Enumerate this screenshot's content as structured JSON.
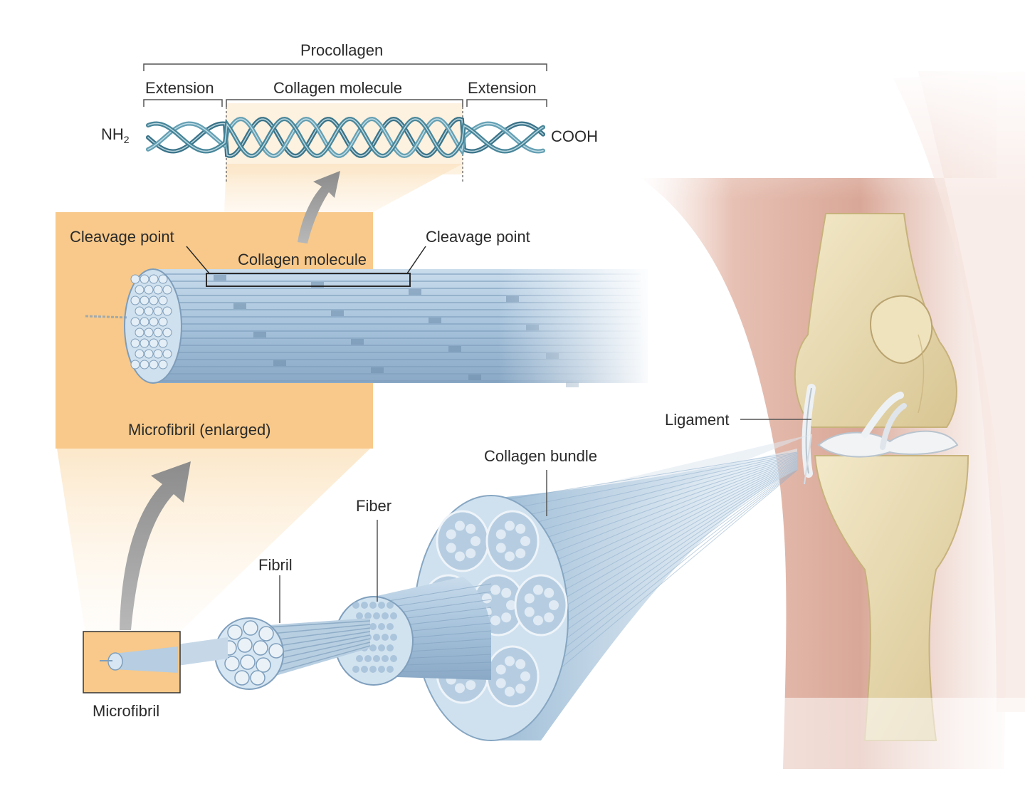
{
  "procollagen": {
    "title": "Procollagen",
    "extension_left": "Extension",
    "collagen_molecule": "Collagen molecule",
    "extension_right": "Extension",
    "nh_prefix": "NH",
    "nh_sub": "2",
    "cooh": "COOH"
  },
  "microfibril_enlarged": {
    "cleavage_left": "Cleavage point",
    "cleavage_right": "Cleavage point",
    "collagen_molecule": "Collagen molecule",
    "caption": "Microfibril (enlarged)"
  },
  "hierarchy": {
    "microfibril": "Microfibril",
    "fibril": "Fibril",
    "fiber": "Fiber",
    "collagen_bundle": "Collagen bundle"
  },
  "knee": {
    "ligament": "Ligament"
  },
  "colors": {
    "orange_panel": "#f8c98a",
    "fiber_blue": "#a9c6de",
    "helix_teal": "#3f7f95",
    "skin": "#e6c4b8",
    "bone": "#eadcb2",
    "arrow_gray": "#9a9a9a"
  }
}
